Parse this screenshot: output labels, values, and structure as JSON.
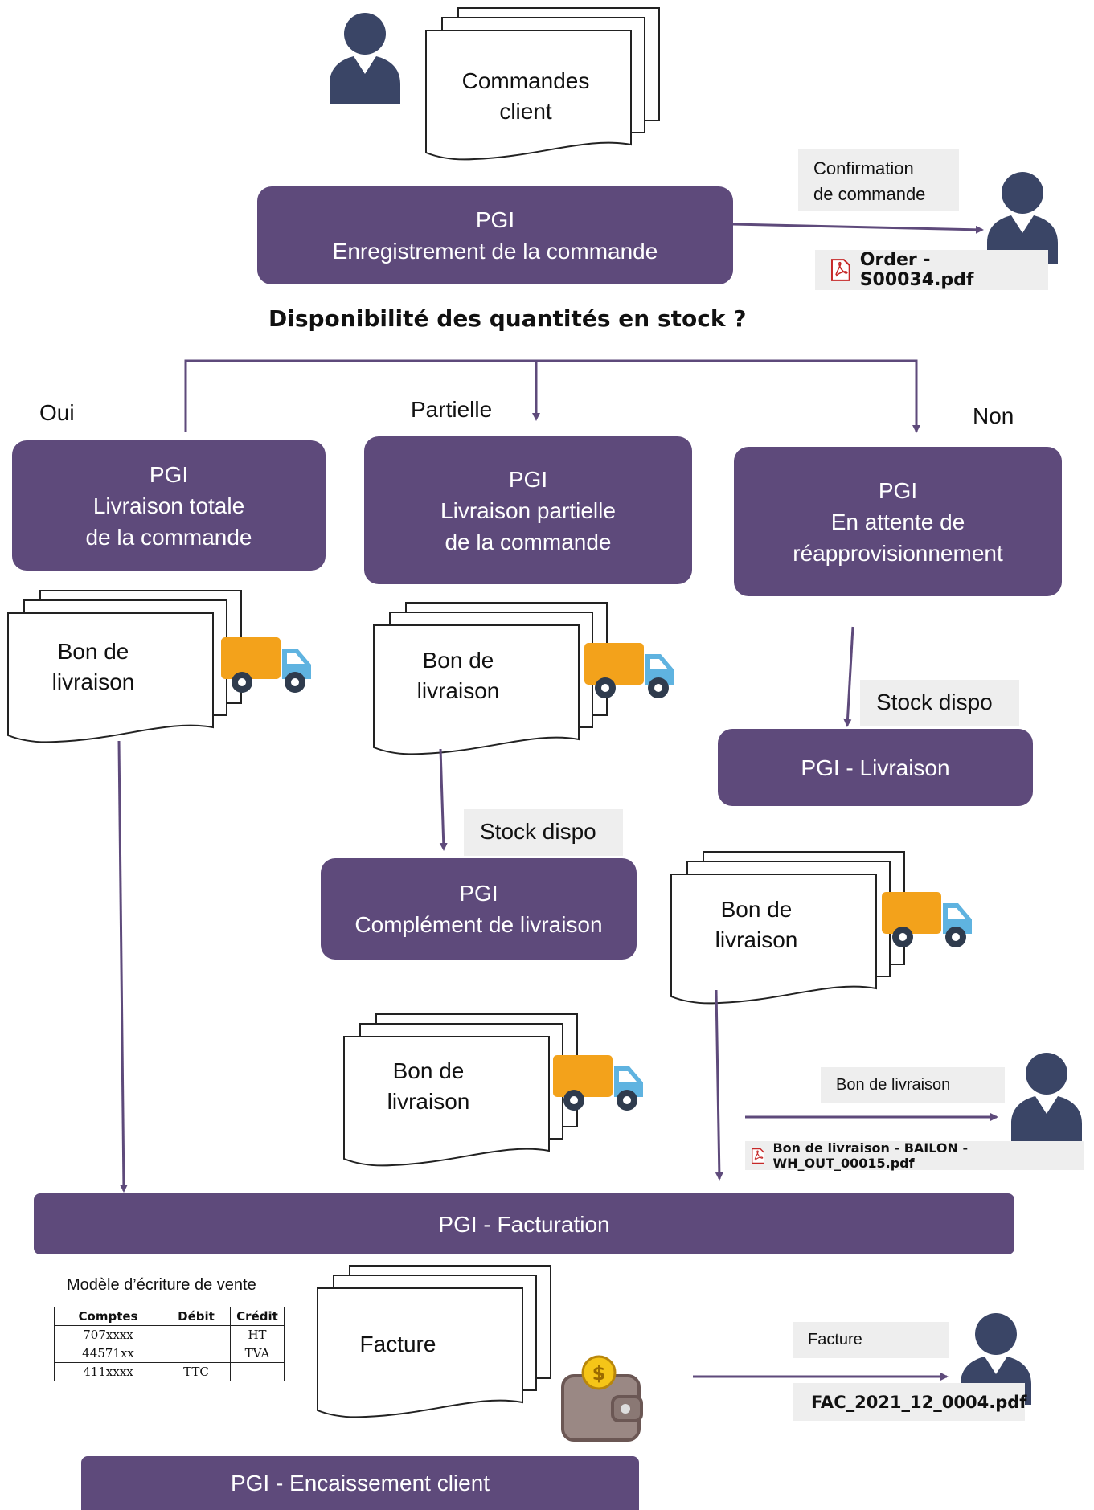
{
  "colors": {
    "box": "#5e4a7b",
    "arrow": "#5e4a7b",
    "person": "#3a4566",
    "label_bg": "#eeeeee"
  },
  "top": {
    "commandes_doc": [
      "Commandes",
      "client"
    ],
    "enregistrement_box": [
      "PGI",
      "Enregistrement de la commande"
    ],
    "confirmation_label": [
      "Confirmation",
      "de commande"
    ],
    "order_pdf": "Order - S00034.pdf"
  },
  "question": "Disponibilité des quantités en stock ?",
  "branches": {
    "oui_label": "Oui",
    "partielle_label": "Partielle",
    "non_label": "Non",
    "totale_box": [
      "PGI",
      "Livraison totale",
      "de la commande"
    ],
    "partielle_box": [
      "PGI",
      "Livraison partielle",
      "de la commande"
    ],
    "attente_box": [
      "PGI",
      "En attente de",
      "réapprovisionnement"
    ]
  },
  "documents": {
    "bon_de_livraison": [
      "Bon de",
      "livraison"
    ],
    "facture": "Facture"
  },
  "stock_dispo": "Stock dispo",
  "livraison_box": "PGI - Livraison",
  "complement_box": [
    "PGI",
    "Complément de livraison"
  ],
  "client_bon_label": "Bon de livraison",
  "bon_pdf": "Bon de livraison - BAILON - WH_OUT_00015.pdf",
  "facturation_box": "PGI - Facturation",
  "modele_title": "Modèle d’écriture de vente",
  "ecriture_table": {
    "headers": [
      "Comptes",
      "Débit",
      "Crédit"
    ],
    "rows": [
      [
        "707xxxx",
        "",
        "HT"
      ],
      [
        "44571xx",
        "",
        "TVA"
      ],
      [
        "411xxxx",
        "TTC",
        ""
      ]
    ]
  },
  "facture_label": "Facture",
  "facture_pdf": "FAC_2021_12_0004.pdf",
  "encaissement_box": "PGI - Encaissement client"
}
